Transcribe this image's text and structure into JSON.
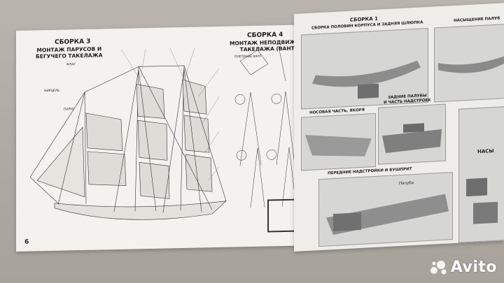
{
  "left_page": {
    "page_number": "6",
    "assembly3_title": "СБОРКА 3",
    "assembly3_subtitle": "МОНТАЖ ПАРУСОВ И\nБЕГУЧЕГО ТАКЕЛАЖА",
    "label_flag": "ФЛАГ",
    "label_sail": "ПАРУС",
    "label_nirtsel": "НИРЦЕЛЬ",
    "assembly4_title": "СБОРКА 4",
    "assembly4_subtitle": "МОНТАЖ НЕПОДВИЖНОГО\nТАКЕЛАЖА (ВАНТЫ)",
    "label_weaving": "ПЛЕТЕНИЕ ВАНТ"
  },
  "right_page": {
    "assembly1_title": "СБОРКА 1",
    "assembly1_subtitle": "СБОРКА ПОЛОВИН КОРПУСА И ЗАДНЯЯ ШЛЮПКА",
    "deck_saturation": "НАСЫЩЕНИЕ ПАЛУБ",
    "bow_anchors": "НОСОВАЯ ЧАСТЬ, ЯКОРЯ",
    "rear_deck": "ЗАДНИЕ ПАЛУБЫ\nИ ЧАСТЬ НАДСТРОЕК",
    "front_super": "ПЕРЕДНИЕ НАДСТРОЙКИ И БУШПРИТ",
    "label_deck": "Палуба",
    "label_nas": "НАСЫ"
  },
  "watermark": {
    "brand": "Avito"
  },
  "colors": {
    "paper_left": "#f3f2ee",
    "paper_right": "#eeede9",
    "table": "#b0aca4",
    "ink": "#1b1b1b"
  }
}
